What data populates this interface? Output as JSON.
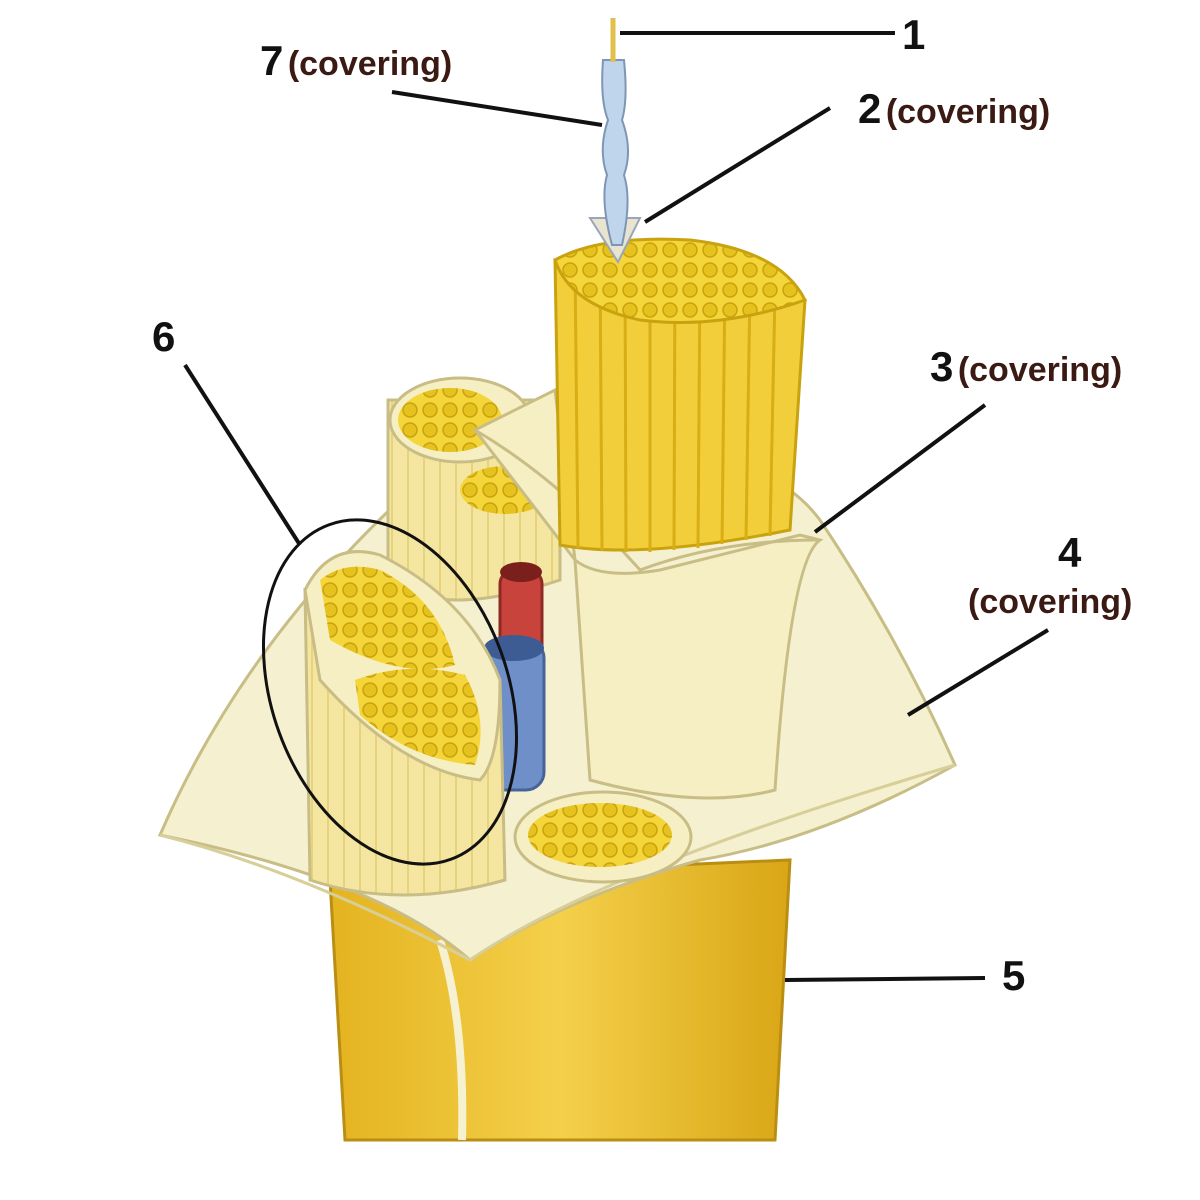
{
  "labels": {
    "l1": {
      "num": "1",
      "cov": ""
    },
    "l2": {
      "num": "2",
      "cov": "(covering)"
    },
    "l3": {
      "num": "3",
      "cov": "(covering)"
    },
    "l4": {
      "num": "4",
      "cov": "(covering)"
    },
    "l5": {
      "num": "5",
      "cov": ""
    },
    "l6": {
      "num": "6",
      "cov": ""
    },
    "l7": {
      "num": "7",
      "cov": "(covering)"
    }
  },
  "colors": {
    "fiber": "#f2cf3a",
    "fiber_dark": "#d9ad14",
    "fascicle_dot": "#e6c21f",
    "sheath": "#f4efc6",
    "sheath_edge": "#c9bd86",
    "artery": "#c8433b",
    "vein": "#6f8fc8",
    "leader": "#111111"
  }
}
